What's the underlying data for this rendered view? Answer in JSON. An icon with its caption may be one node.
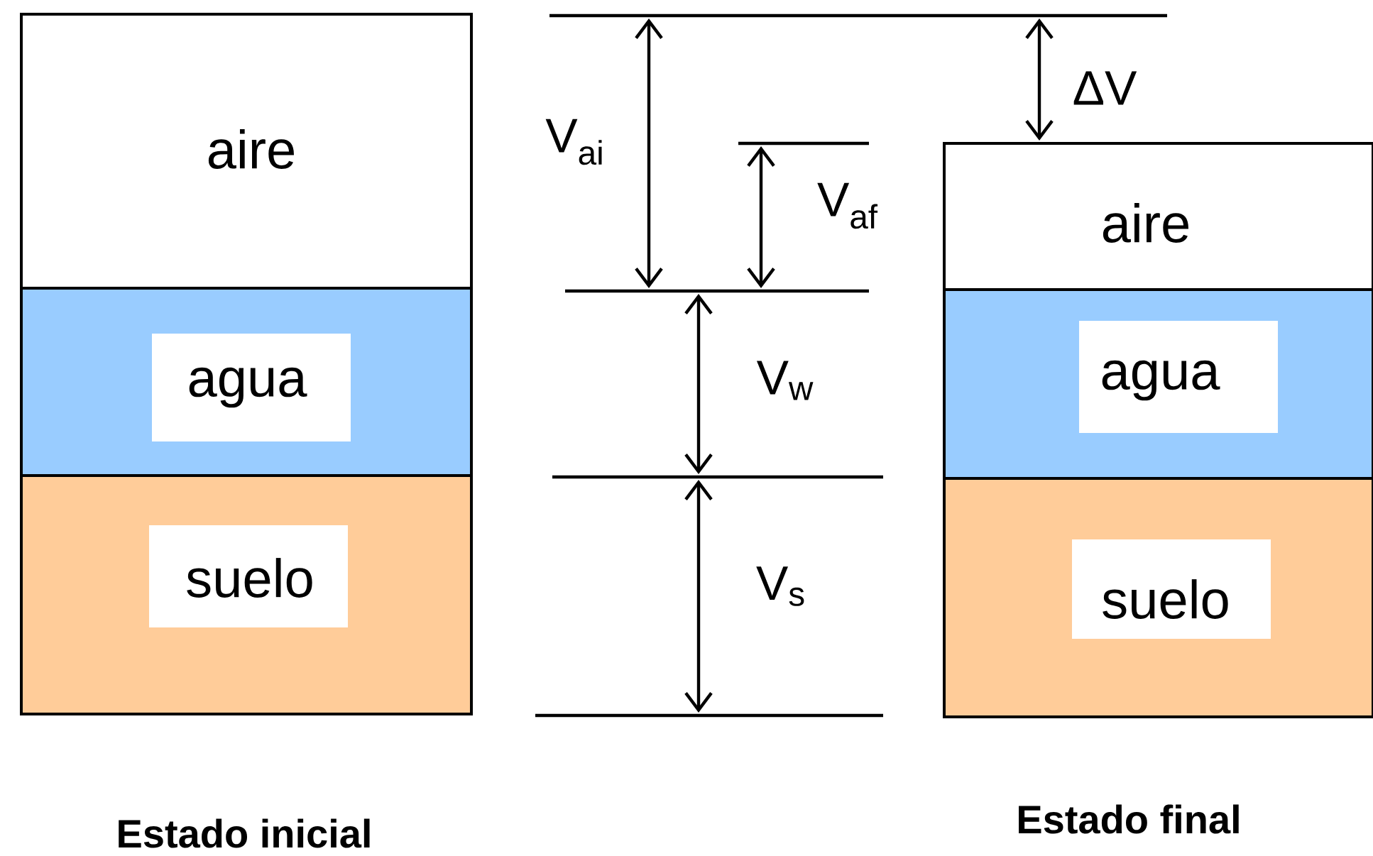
{
  "diagram": {
    "nodes": [
      {
        "text": [
          "aire"
        ]
      },
      {
        "text": [
          "agua"
        ]
      },
      {
        "text": [
          "suelo"
        ]
      },
      {
        "text": [
          "aire"
        ]
      },
      {
        "text": [
          "agua"
        ]
      },
      {
        "text": [
          "suelo"
        ]
      }
    ],
    "labels": [
      "V$_{ai}$",
      "ΔV",
      "V$_{af}$",
      "V$_{w}$",
      "V$_{s}$",
      "Estado final",
      "Estado inicial"
    ]
  }
}
